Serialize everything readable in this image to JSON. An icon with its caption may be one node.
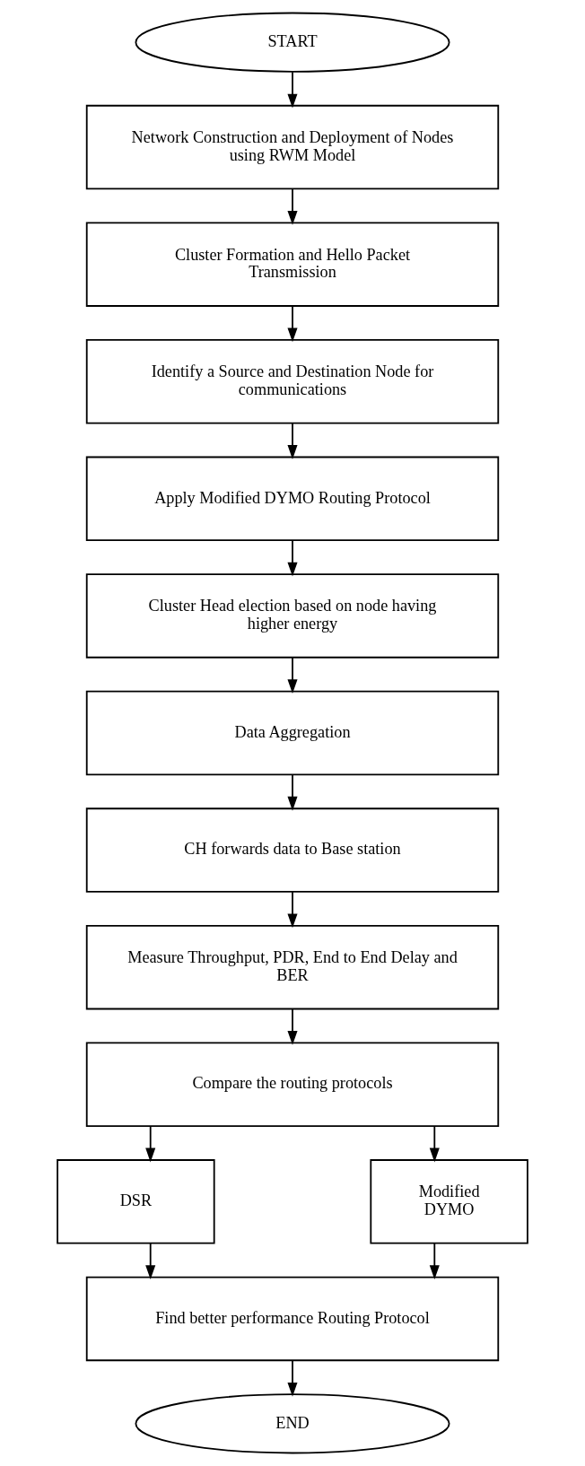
{
  "diagram": {
    "nodes": [
      {
        "text": [
          "START"
        ]
      },
      {
        "text": [
          "Network Construction and Deployment of Nodes using RWM Model"
        ]
      },
      {
        "text": [
          "Cluster Formation and Hello Packet Transmission"
        ]
      },
      {
        "text": [
          "Identify a Source and Destination Node for communications"
        ]
      },
      {
        "text": [
          "Apply Modified DYMO Routing Protocol"
        ]
      },
      {
        "text": [
          "Cluster Head election based on node having higher energy"
        ]
      },
      {
        "text": [
          "Data Aggregation"
        ]
      },
      {
        "text": [
          "CH forwards data to Base station"
        ]
      },
      {
        "text": [
          "Measure Throughput, PDR, End to End Delay and BER"
        ]
      },
      {
        "text": [
          "Compare the routing protocols"
        ]
      },
      {
        "text": [
          "DSR"
        ]
      },
      {
        "text": [
          "Modified DYMO"
        ]
      },
      {
        "text": [
          "Find better performance Routing Protocol"
        ]
      },
      {
        "text": [
          "END"
        ]
      }
    ],
    "edges": [
      {
        "from": 0,
        "to": 1,
        "arrow": "to"
      },
      {
        "from": 1,
        "to": 2,
        "arrow": "to"
      },
      {
        "from": 2,
        "to": 3,
        "arrow": "to"
      },
      {
        "from": 3,
        "to": 4,
        "arrow": "to"
      },
      {
        "from": 4,
        "to": 5,
        "arrow": "to"
      },
      {
        "from": 5,
        "to": 6,
        "arrow": "to"
      },
      {
        "from": 6,
        "to": 7,
        "arrow": "to"
      },
      {
        "from": 7,
        "to": 8,
        "arrow": "to"
      },
      {
        "from": 8,
        "to": 9,
        "arrow": "to"
      },
      {
        "from": 9,
        "to": 10,
        "arrow": "to"
      },
      {
        "from": 9,
        "to": 11,
        "arrow": "to"
      },
      {
        "from": 10,
        "to": 12,
        "arrow": "to"
      },
      {
        "from": 11,
        "to": 12,
        "arrow": "to"
      },
      {
        "from": 12,
        "to": 13,
        "arrow": "to"
      }
    ]
  }
}
